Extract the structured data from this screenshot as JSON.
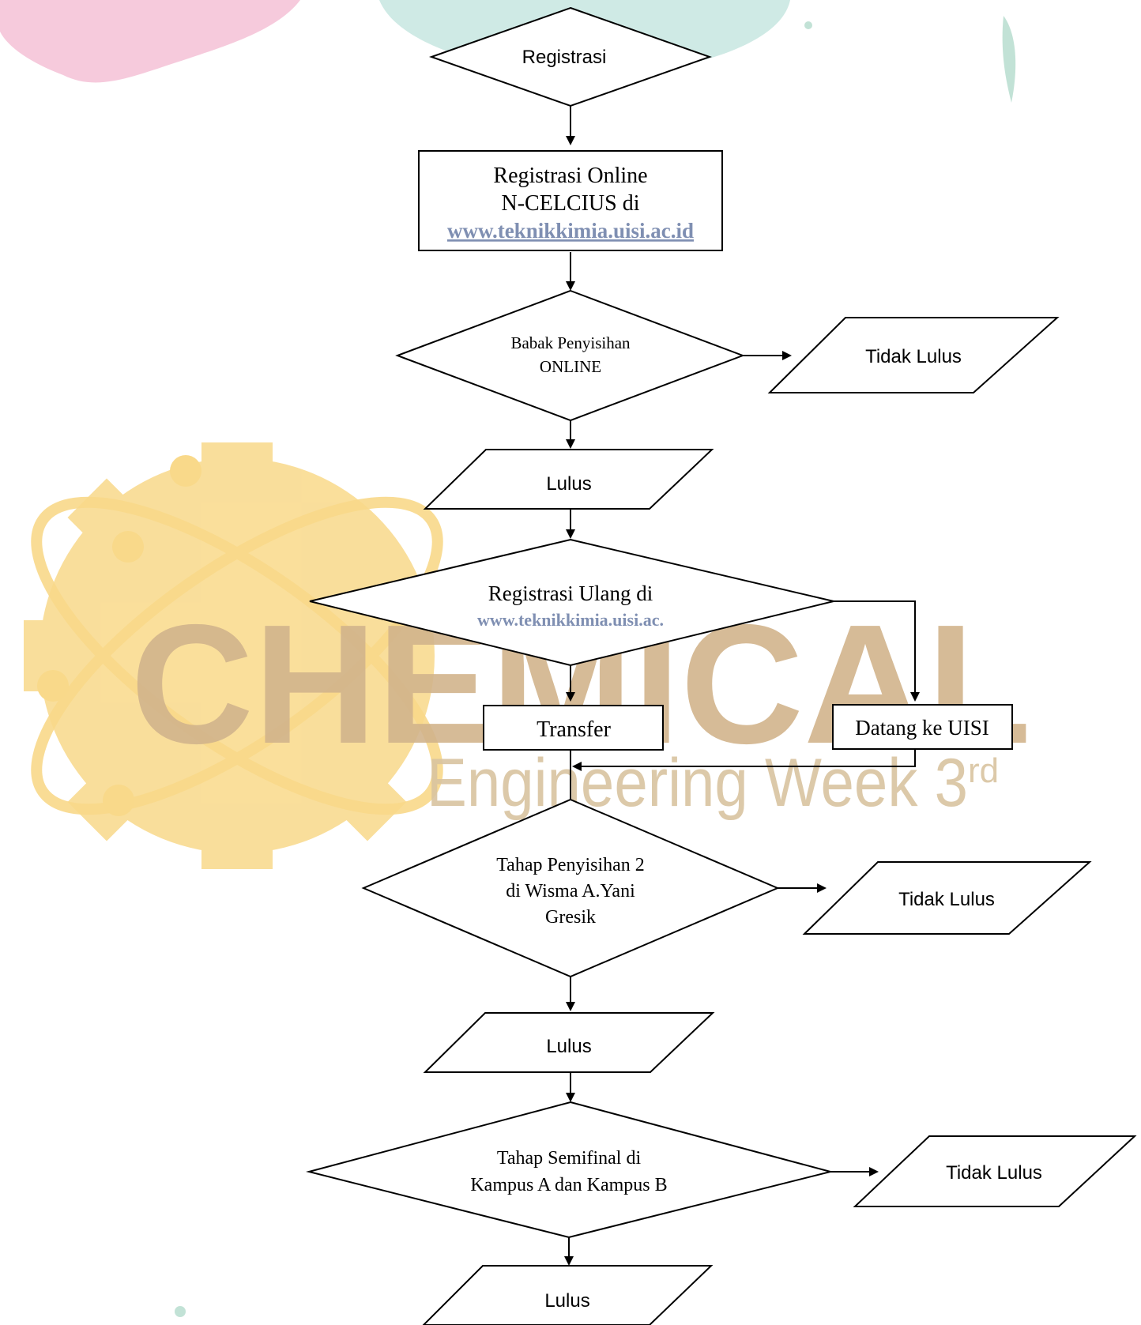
{
  "watermark": {
    "big_text": "CHEMICAL",
    "sub_text": "Engineering Week 3",
    "sub_superscript": "rd"
  },
  "nodes": {
    "start": "Registrasi",
    "register_online": {
      "line1": "Registrasi Online",
      "line2": "N-CELCIUS di",
      "link": "www.teknikkimia.uisi.ac.id"
    },
    "online_round": {
      "line1": "Babak Penyisihan",
      "line2": "ONLINE"
    },
    "fail_1": "Tidak Lulus",
    "pass_1": "Lulus",
    "reregister": {
      "line1": "Registrasi Ulang di",
      "link": "www.teknikkimia.uisi.ac."
    },
    "transfer": "Transfer",
    "visit_uisi": "Datang ke UISI",
    "round_2": {
      "line1": "Tahap Penyisihan 2",
      "line2": "di Wisma A.Yani",
      "line3": "Gresik"
    },
    "fail_2": "Tidak Lulus",
    "pass_2": "Lulus",
    "semifinal": {
      "line1": "Tahap Semifinal di",
      "line2": "Kampus A dan Kampus B"
    },
    "fail_3": "Tidak Lulus",
    "pass_3": "Lulus"
  },
  "colors": {
    "watermark_gold": "#f9d98a",
    "watermark_brown": "#d2b48c",
    "link": "#7f8fb2",
    "stroke": "#000000"
  }
}
